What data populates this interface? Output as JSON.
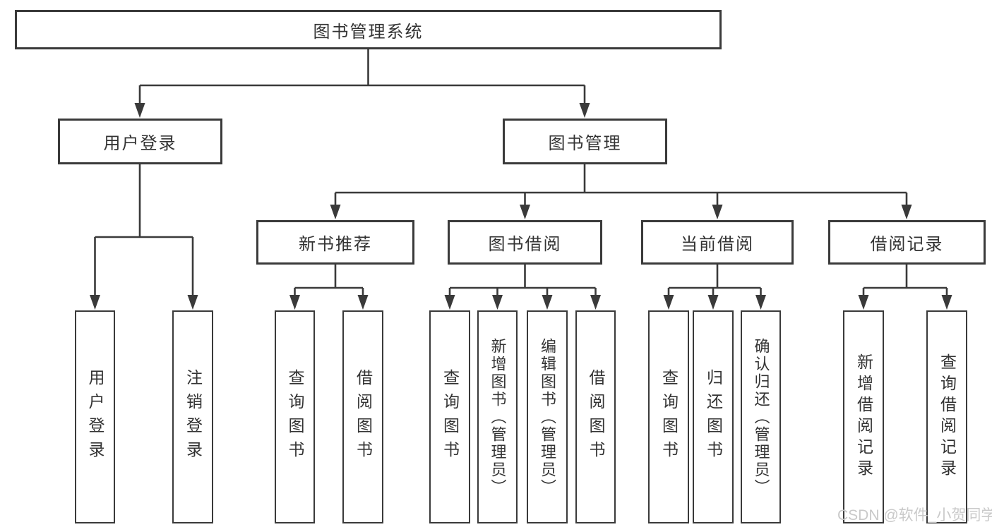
{
  "diagram": {
    "root": "图书管理系统",
    "level2": {
      "user_login": "用户登录",
      "book_mgmt": "图书管理"
    },
    "level3": {
      "new_book_rec": "新书推荐",
      "book_borrow": "图书借阅",
      "current_borrow": "当前借阅",
      "borrow_records": "借阅记录"
    },
    "leaves": [
      "用户登录",
      "注销登录",
      "查询图书",
      "借阅图书",
      "查询图书",
      "新增图书（管理员）",
      "编辑图书（管理员）",
      "借阅图书",
      "查询图书",
      "归还图书",
      "确认归还（管理员）",
      "新增借阅记录",
      "查询借阅记录"
    ]
  },
  "watermark": "CSDN @软件_小贺同学",
  "colors": {
    "line": "#3a3a3a",
    "box_border": "#3a3a3a",
    "text": "#333333",
    "watermark": "#c9c9c9",
    "background": "#ffffff"
  }
}
